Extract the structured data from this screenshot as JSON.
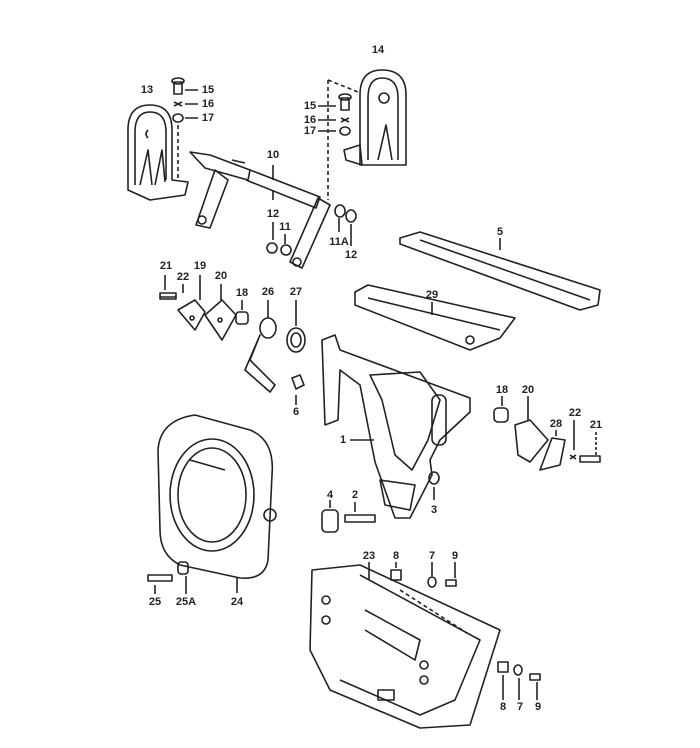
{
  "diagram": {
    "callouts": [
      "14",
      "13",
      "15",
      "16",
      "17",
      "15",
      "16",
      "17",
      "10",
      "12",
      "11",
      "11A",
      "12",
      "5",
      "21",
      "22",
      "19",
      "20",
      "18",
      "26",
      "27",
      "29",
      "6",
      "1",
      "18",
      "20",
      "28",
      "22",
      "21",
      "4",
      "2",
      "3",
      "23",
      "8",
      "7",
      "9",
      "25",
      "25A",
      "24",
      "8",
      "7",
      "9"
    ],
    "colors": {
      "ink": "#222222",
      "background": "#ffffff"
    }
  }
}
